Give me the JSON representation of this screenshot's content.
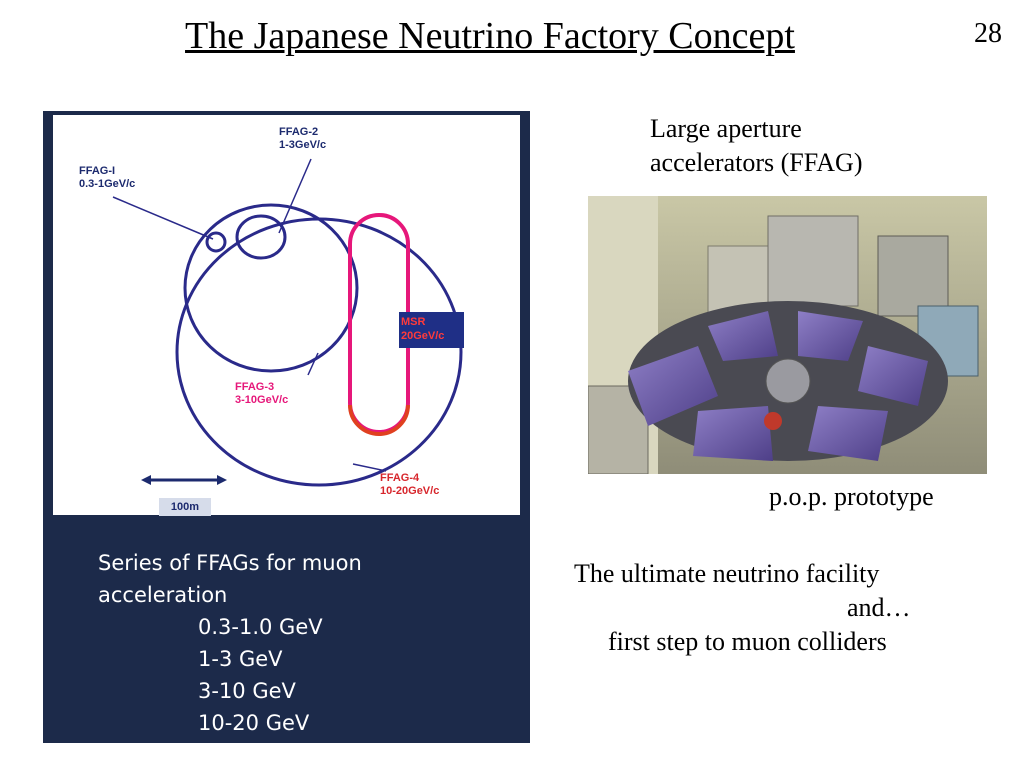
{
  "slide": {
    "title": "The Japanese Neutrino Factory Concept",
    "page_number": "28"
  },
  "diagram": {
    "ffag1_name": "FFAG-I",
    "ffag1_range": "0.3-1GeV/c",
    "ffag2_name": "FFAG-2",
    "ffag2_range": "1-3GeV/c",
    "ffag3_name": "FFAG-3",
    "ffag3_range": "3-10GeV/c",
    "ffag4_name": "FFAG-4",
    "ffag4_range": "10-20GeV/c",
    "msr_name": "MSR",
    "msr_energy": "20GeV/c",
    "scale": "100m",
    "colors": {
      "rings": "#2a2a8a",
      "msr_ring": "#e6177a",
      "panel_bg": "#1c2a4a"
    }
  },
  "series": {
    "heading_line1": "Series of FFAGs for muon",
    "heading_line2": "acceleration",
    "energies": [
      "0.3-1.0 GeV",
      "1-3 GeV",
      "3-10 GeV",
      "10-20 GeV"
    ]
  },
  "right": {
    "caption_line1": "Large aperture",
    "caption_line2": "accelerators (FFAG)",
    "photo_caption": "p.o.p. prototype",
    "closing_line1": "The ultimate neutrino facility",
    "closing_line2": "and…",
    "closing_line3": "first step to muon colliders"
  }
}
